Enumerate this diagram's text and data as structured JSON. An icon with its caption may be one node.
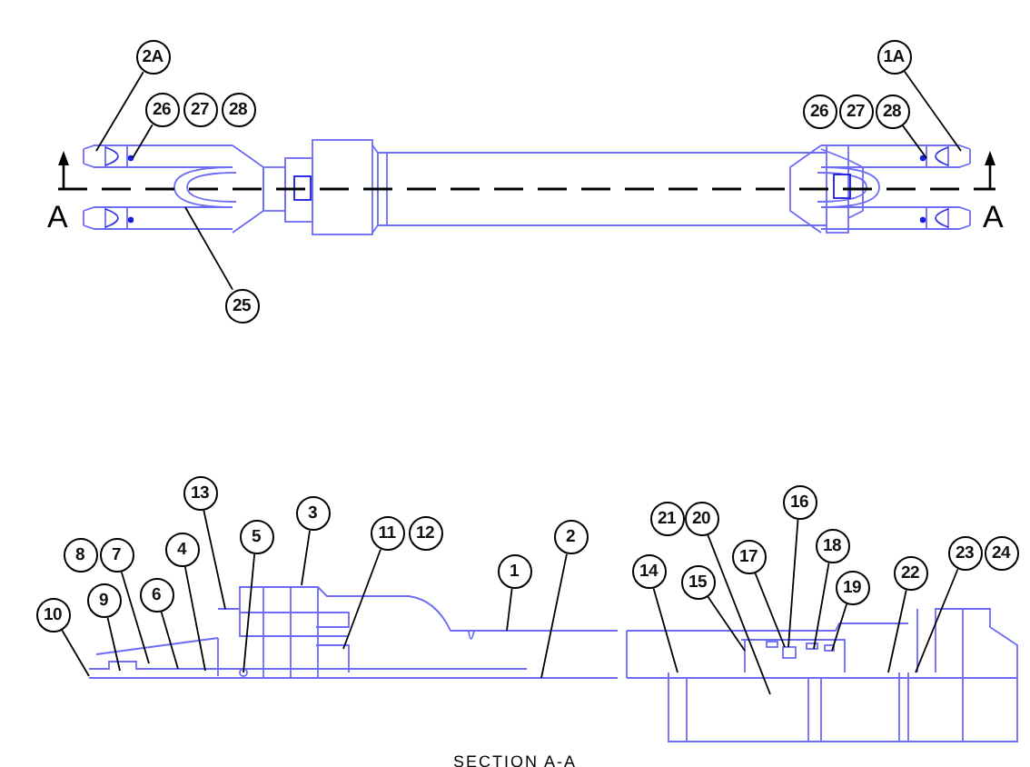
{
  "diagram": {
    "caption": "SECTION A-A",
    "nodes": [
      {
        "text": [
          "2A"
        ]
      },
      {
        "text": [
          "1A"
        ]
      },
      {
        "text": [
          "26"
        ]
      },
      {
        "text": [
          "27"
        ]
      },
      {
        "text": [
          "28"
        ]
      },
      {
        "text": [
          "26"
        ]
      },
      {
        "text": [
          "27"
        ]
      },
      {
        "text": [
          "28"
        ]
      },
      {
        "text": [
          "25"
        ]
      },
      {
        "text": [
          "16"
        ]
      },
      {
        "text": [
          "13"
        ]
      },
      {
        "text": [
          "21"
        ]
      },
      {
        "text": [
          "20"
        ]
      },
      {
        "text": [
          "3"
        ]
      },
      {
        "text": [
          "11"
        ]
      },
      {
        "text": [
          "12"
        ]
      },
      {
        "text": [
          "18"
        ]
      },
      {
        "text": [
          "23"
        ]
      },
      {
        "text": [
          "24"
        ]
      },
      {
        "text": [
          "4"
        ]
      },
      {
        "text": [
          "8"
        ]
      },
      {
        "text": [
          "7"
        ]
      },
      {
        "text": [
          "5"
        ]
      },
      {
        "text": [
          "2"
        ]
      },
      {
        "text": [
          "17"
        ]
      },
      {
        "text": [
          "1"
        ]
      },
      {
        "text": [
          "14"
        ]
      },
      {
        "text": [
          "22"
        ]
      },
      {
        "text": [
          "15"
        ]
      },
      {
        "text": [
          "19"
        ]
      },
      {
        "text": [
          "9"
        ]
      },
      {
        "text": [
          "6"
        ]
      },
      {
        "text": [
          "10"
        ]
      }
    ],
    "edges": [
      {
        "from": 0,
        "to": null,
        "arrow": "none"
      },
      {
        "from": 1,
        "to": null,
        "arrow": "none"
      },
      {
        "from": 2,
        "to": null,
        "arrow": "none"
      },
      {
        "from": 7,
        "to": null,
        "arrow": "none"
      },
      {
        "from": 8,
        "to": null,
        "arrow": "none"
      },
      {
        "from": 9,
        "to": null,
        "arrow": "none"
      },
      {
        "from": 10,
        "to": null,
        "arrow": "none"
      },
      {
        "from": 12,
        "to": null,
        "arrow": "none"
      },
      {
        "from": 13,
        "to": null,
        "arrow": "none"
      },
      {
        "from": 14,
        "to": null,
        "arrow": "none"
      },
      {
        "from": 16,
        "to": null,
        "arrow": "none"
      },
      {
        "from": 17,
        "to": null,
        "arrow": "none"
      },
      {
        "from": 19,
        "to": null,
        "arrow": "none"
      },
      {
        "from": 21,
        "to": null,
        "arrow": "none"
      },
      {
        "from": 22,
        "to": null,
        "arrow": "none"
      },
      {
        "from": 23,
        "to": null,
        "arrow": "none"
      },
      {
        "from": 24,
        "to": null,
        "arrow": "none"
      },
      {
        "from": 25,
        "to": null,
        "arrow": "none"
      },
      {
        "from": 26,
        "to": null,
        "arrow": "none"
      },
      {
        "from": 27,
        "to": null,
        "arrow": "none"
      },
      {
        "from": 28,
        "to": null,
        "arrow": "none"
      },
      {
        "from": 29,
        "to": null,
        "arrow": "none"
      },
      {
        "from": 30,
        "to": null,
        "arrow": "none"
      },
      {
        "from": 31,
        "to": null,
        "arrow": "none"
      },
      {
        "from": 32,
        "to": null,
        "arrow": "none"
      }
    ],
    "labels": [
      "A",
      "A"
    ]
  }
}
